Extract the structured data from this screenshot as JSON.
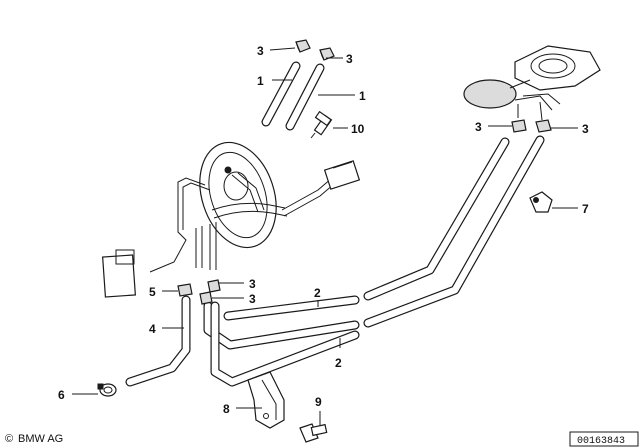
{
  "brand": {
    "copyright_symbol": "©",
    "name": "BMW AG"
  },
  "part_number": "00163843",
  "callouts": [
    {
      "id": "c3a",
      "label": "3"
    },
    {
      "id": "c3b",
      "label": "3"
    },
    {
      "id": "c1a",
      "label": "1"
    },
    {
      "id": "c1b",
      "label": "1"
    },
    {
      "id": "c10",
      "label": "10"
    },
    {
      "id": "c3c",
      "label": "3"
    },
    {
      "id": "c3d",
      "label": "3"
    },
    {
      "id": "c7",
      "label": "7"
    },
    {
      "id": "c3e",
      "label": "3"
    },
    {
      "id": "c5",
      "label": "5"
    },
    {
      "id": "c3f",
      "label": "3"
    },
    {
      "id": "c2a",
      "label": "2"
    },
    {
      "id": "c4",
      "label": "4"
    },
    {
      "id": "c2b",
      "label": "2"
    },
    {
      "id": "c6",
      "label": "6"
    },
    {
      "id": "c8",
      "label": "8"
    },
    {
      "id": "c9",
      "label": "9"
    }
  ]
}
